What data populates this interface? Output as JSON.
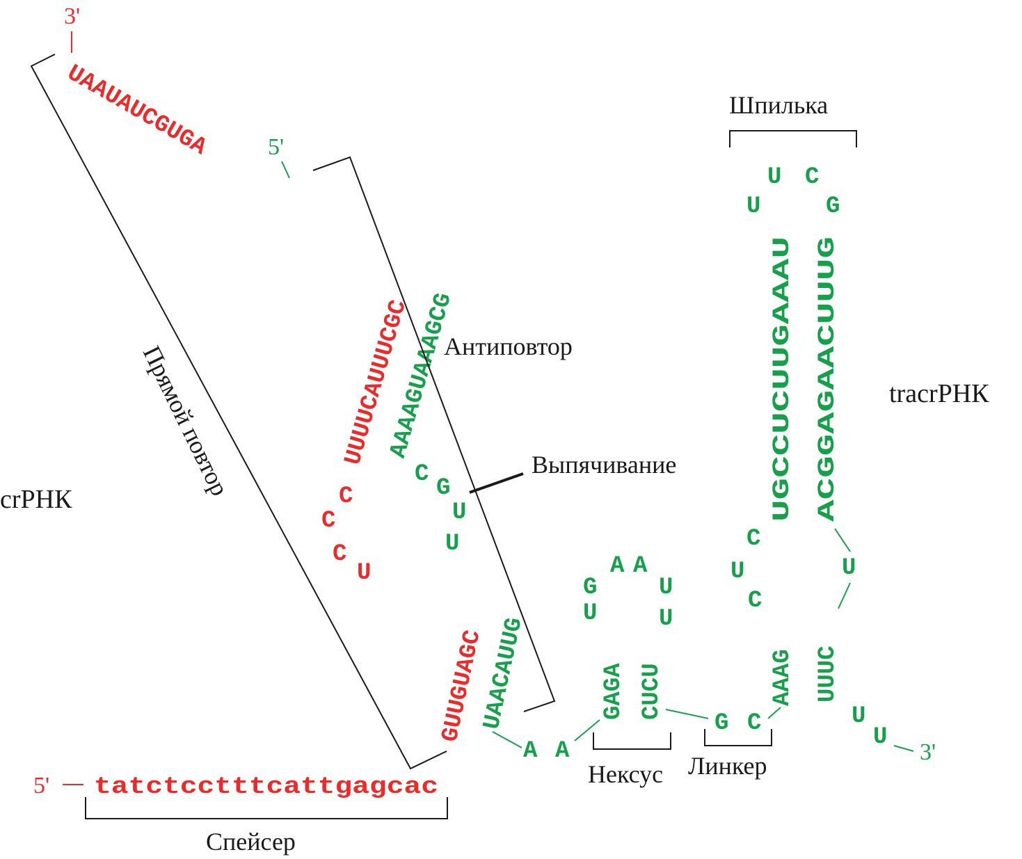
{
  "colors": {
    "crRNA": "#ec2a2a",
    "tracrRNA": "#16a04b",
    "annotation": "#1a1a1a"
  },
  "labels": {
    "crRNA": "crРНК",
    "tracrRNA": "tracrРНК",
    "direct_repeat": "Прямой повтор",
    "anti_repeat": "Антиповтор",
    "bulge": "Выпячивание",
    "hairpin": "Шпилька",
    "nexus": "Нексус",
    "linker": "Линкер",
    "spacer": "Спейсер"
  },
  "ends": {
    "crRNA_5": "5'",
    "crRNA_3": "3'",
    "tracrRNA_5": "5'",
    "tracrRNA_3": "3'"
  },
  "crRNA": {
    "spacer": "tatctcctttcattgagcac",
    "repeat_lower": "GUUGUAGC",
    "bulge_loop": [
      "U",
      "C",
      "C",
      "C"
    ],
    "repeat_upper": "UUUUCAUUUCGC",
    "tail": "UAAUAUCGUGA"
  },
  "tracrRNA": {
    "anti_upper": "AAAAGUAAAGCG",
    "bulge": [
      "C",
      "G",
      "U",
      "U"
    ],
    "anti_lower": "UAACAUUG",
    "aa_linker": [
      "A",
      "A"
    ],
    "nexus_left": "GAGA",
    "nexus_loop": [
      "U",
      "G",
      "A",
      "A",
      "U",
      "U"
    ],
    "nexus_right": "CUCU",
    "linker": [
      "G",
      "C"
    ],
    "hairpin_stem_left_lower": "AAAG",
    "hairpin_loop_left": [
      "C",
      "U",
      "C"
    ],
    "hairpin_stem_left_upper": "UGCCUCUUGAAAU",
    "hairpin_top": [
      "U",
      "U",
      "C",
      "G"
    ],
    "hairpin_stem_right_upper": "ACGGAGAACUUUG",
    "hairpin_loop_right": [
      "U"
    ],
    "hairpin_stem_right_lower": "UUUC",
    "tail": [
      "U",
      "U"
    ]
  }
}
